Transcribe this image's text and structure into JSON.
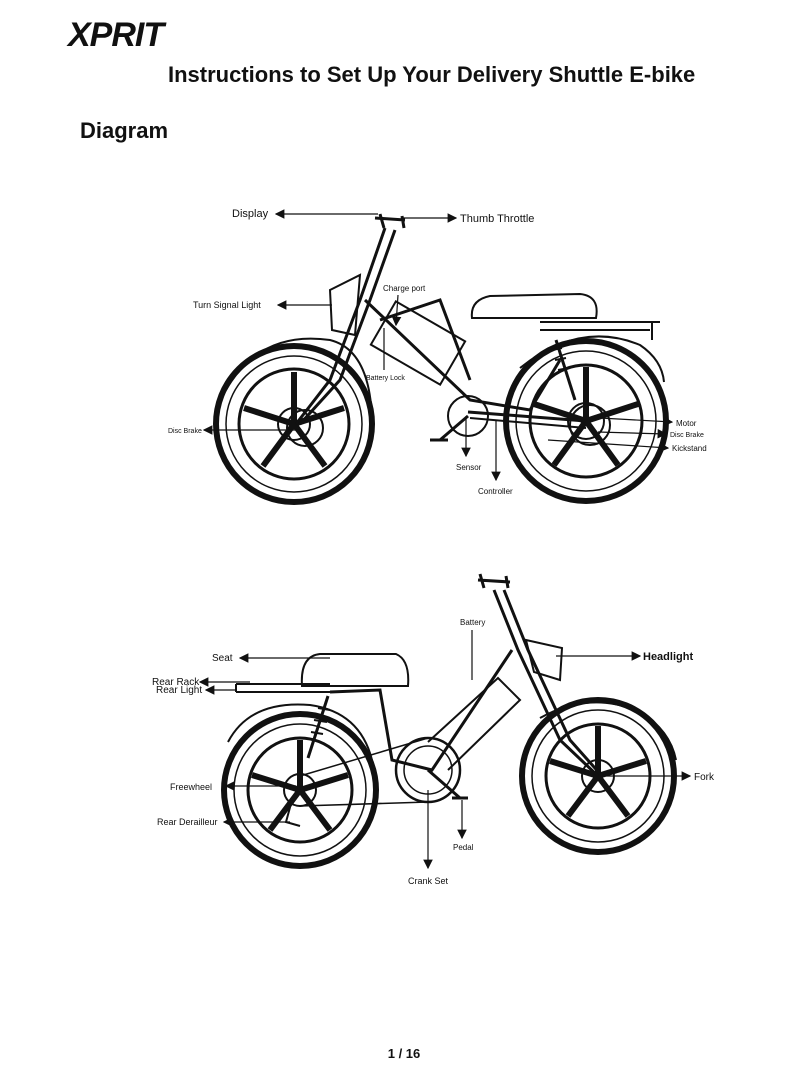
{
  "brand": "XPRIT",
  "title": "Instructions to Set Up Your Delivery Shuttle E-bike",
  "section_heading": "Diagram",
  "page_number": "1 / 16",
  "diagram1_labels": {
    "display": "Display",
    "thumb_throttle": "Thumb Throttle",
    "charge_port": "Charge port",
    "turn_signal_light": "Turn  Signal  Light",
    "battery_lock": "Battery Lock",
    "disc_brake_front": "Disc Brake",
    "sensor": "Sensor",
    "controller": "Controller",
    "motor": "Motor",
    "disc_brake_rear": "Disc Brake",
    "kickstand": "Kickstand"
  },
  "diagram2_labels": {
    "battery": "Battery",
    "seat": "Seat",
    "headlight": "Headlight",
    "rear_rack": "Rear Rack",
    "rear_light": "Rear Light",
    "freewheel": "Freewheel",
    "fork": "Fork",
    "rear_derailleur": "Rear Derailleur",
    "pedal": "Pedal",
    "crank_set": "Crank Set"
  }
}
